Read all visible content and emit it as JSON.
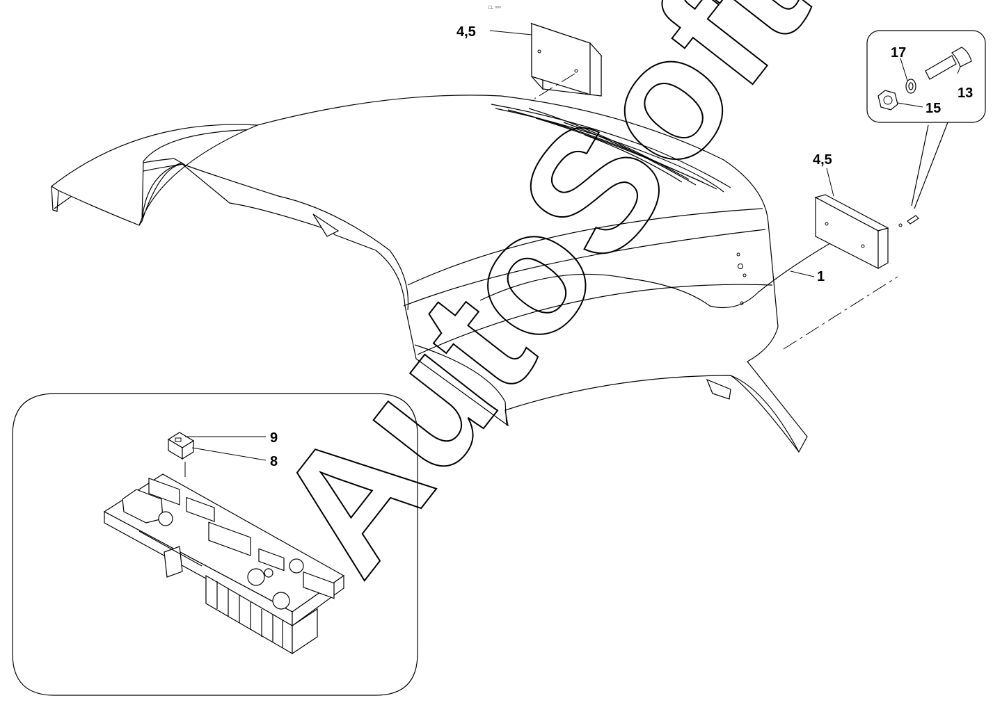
{
  "watermark": "AutoSoft",
  "top_marker": "□. ▫▫▫",
  "callouts": {
    "light_top": "4,5",
    "light_right": "4,5",
    "part_1": "1",
    "part_9": "9",
    "part_8": "8",
    "part_17": "17",
    "part_13": "13",
    "part_15": "15"
  }
}
